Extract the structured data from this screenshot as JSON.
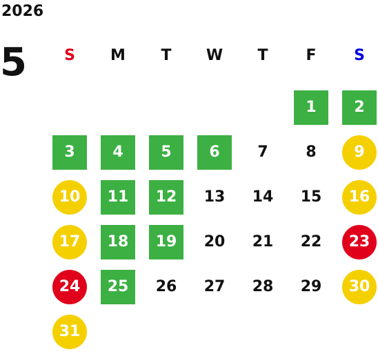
{
  "calendar": {
    "year": "2026",
    "month": "5",
    "weekdays": [
      "S",
      "M",
      "T",
      "W",
      "T",
      "F",
      "S"
    ],
    "weekday_colors": [
      "#e0001b",
      "#111111",
      "#111111",
      "#111111",
      "#111111",
      "#111111",
      "#0000e0"
    ],
    "first_weekday_index": 5,
    "colors": {
      "green": "#3cb043",
      "yellow": "#f5d000",
      "red": "#e0001b"
    },
    "days": [
      {
        "n": "1",
        "style": "green"
      },
      {
        "n": "2",
        "style": "green"
      },
      {
        "n": "3",
        "style": "green"
      },
      {
        "n": "4",
        "style": "green"
      },
      {
        "n": "5",
        "style": "green"
      },
      {
        "n": "6",
        "style": "green"
      },
      {
        "n": "7",
        "style": "plain"
      },
      {
        "n": "8",
        "style": "plain"
      },
      {
        "n": "9",
        "style": "yellow"
      },
      {
        "n": "10",
        "style": "yellow"
      },
      {
        "n": "11",
        "style": "green"
      },
      {
        "n": "12",
        "style": "green"
      },
      {
        "n": "13",
        "style": "plain"
      },
      {
        "n": "14",
        "style": "plain"
      },
      {
        "n": "15",
        "style": "plain"
      },
      {
        "n": "16",
        "style": "yellow"
      },
      {
        "n": "17",
        "style": "yellow"
      },
      {
        "n": "18",
        "style": "green"
      },
      {
        "n": "19",
        "style": "green"
      },
      {
        "n": "20",
        "style": "plain"
      },
      {
        "n": "21",
        "style": "plain"
      },
      {
        "n": "22",
        "style": "plain"
      },
      {
        "n": "23",
        "style": "red"
      },
      {
        "n": "24",
        "style": "red"
      },
      {
        "n": "25",
        "style": "green"
      },
      {
        "n": "26",
        "style": "plain"
      },
      {
        "n": "27",
        "style": "plain"
      },
      {
        "n": "28",
        "style": "plain"
      },
      {
        "n": "29",
        "style": "plain"
      },
      {
        "n": "30",
        "style": "yellow"
      },
      {
        "n": "31",
        "style": "yellow"
      }
    ]
  }
}
